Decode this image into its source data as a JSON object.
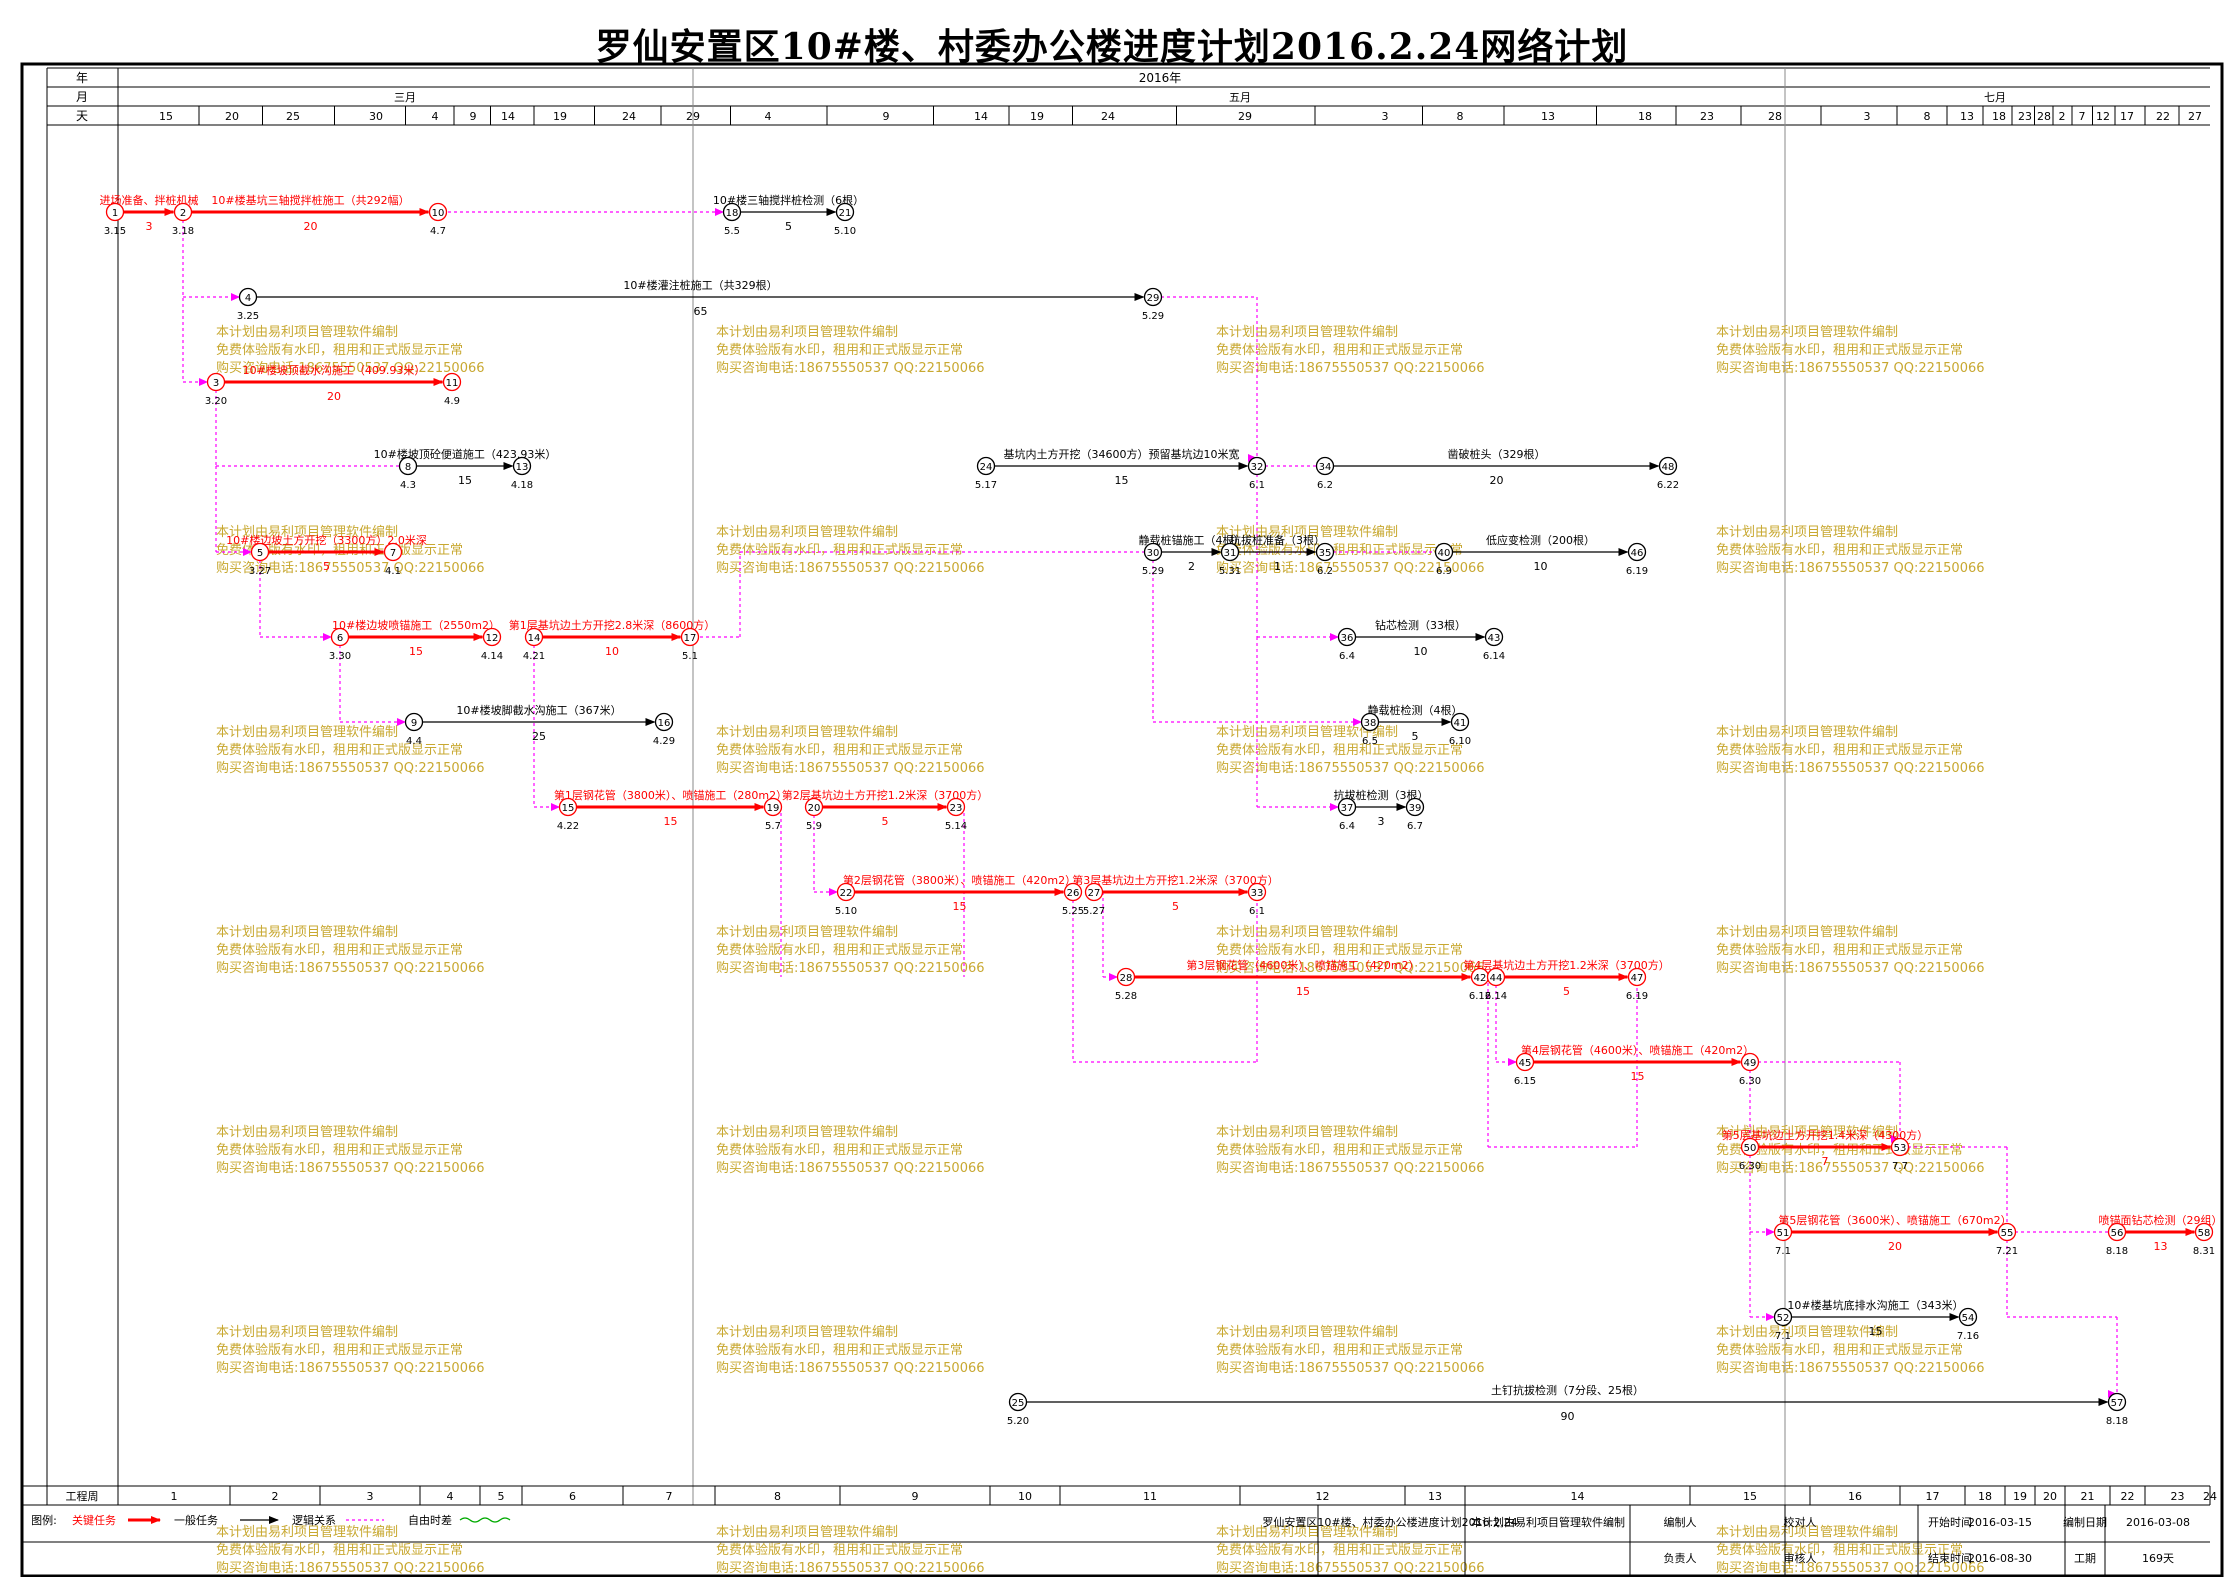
{
  "title": "罗仙安置区10#楼、村委办公楼进度计划2016.2.24网络计划",
  "header": {
    "row_labels": [
      "年",
      "月",
      "天"
    ],
    "year": "2016年",
    "months": [
      "三月",
      "五月",
      "七月"
    ],
    "days": [
      "15",
      "20",
      "25",
      "30",
      "4",
      "9",
      "14",
      "19",
      "24",
      "29",
      "4",
      "9",
      "14",
      "19",
      "24",
      "29",
      "3",
      "8",
      "13",
      "18",
      "23",
      "28",
      "3",
      "8",
      "13",
      "18",
      "23",
      "28",
      "2",
      "7",
      "12",
      "17",
      "22",
      "27"
    ]
  },
  "week_row": {
    "label": "工程周",
    "weeks": [
      "1",
      "2",
      "3",
      "4",
      "5",
      "6",
      "7",
      "8",
      "9",
      "10",
      "11",
      "12",
      "13",
      "14",
      "15",
      "16",
      "17",
      "18",
      "19",
      "20",
      "21",
      "22",
      "23",
      "24"
    ]
  },
  "watermark": {
    "lines": [
      "本计划由易利项目管理软件编制",
      "免费体验版有水印，租用和正式版显示正常",
      "购买咨询电话:18675550537 QQ:22150066"
    ]
  },
  "legend": {
    "label": "图例:",
    "items": [
      {
        "text": "关键任务",
        "color": "#ff0000"
      },
      {
        "text": "一般任务",
        "color": "#000000"
      },
      {
        "text": "逻辑关系",
        "color": "#ff00ff"
      },
      {
        "text": "自由时差",
        "color": "#ff00ff"
      }
    ]
  },
  "footer": {
    "project": "罗仙安置区10#楼、村委办公楼进度计划2016.2.24",
    "software": "本计划由易利项目管理软件编制",
    "labels": {
      "editor": "编制人",
      "checker": "校对人",
      "owner": "负责人",
      "reviewer": "审核人",
      "start": "开始时间",
      "end": "结束时间",
      "date": "编制日期",
      "duration": "工期"
    },
    "start": "2016-03-15",
    "end": "2016-08-30",
    "date": "2016-03-08",
    "duration": "169天"
  },
  "colors": {
    "critical": "#ff0000",
    "normal": "#000000",
    "logic": "#ff00ff",
    "watermark": "#c8a830"
  },
  "chart_data": {
    "type": "network",
    "nodes": [
      {
        "id": "1",
        "date": "3.15"
      },
      {
        "id": "2",
        "date": "3.18"
      },
      {
        "id": "10",
        "date": "4.7"
      },
      {
        "id": "18",
        "date": "5.5"
      },
      {
        "id": "21",
        "date": "5.10"
      },
      {
        "id": "4",
        "date": "3.25"
      },
      {
        "id": "29",
        "date": "5.29"
      },
      {
        "id": "3",
        "date": "3.20"
      },
      {
        "id": "11",
        "date": "4.9"
      },
      {
        "id": "8",
        "date": "4.3"
      },
      {
        "id": "13",
        "date": "4.18"
      },
      {
        "id": "24",
        "date": "5.17"
      },
      {
        "id": "32",
        "date": "6.1"
      },
      {
        "id": "34",
        "date": "6.2"
      },
      {
        "id": "48",
        "date": "6.22"
      },
      {
        "id": "5",
        "date": "3.27"
      },
      {
        "id": "7",
        "date": "4.1"
      },
      {
        "id": "30",
        "date": "5.29"
      },
      {
        "id": "31",
        "date": "5.31"
      },
      {
        "id": "35",
        "date": "6.2"
      },
      {
        "id": "40",
        "date": "6.9"
      },
      {
        "id": "46",
        "date": "6.19"
      },
      {
        "id": "6",
        "date": "3.30"
      },
      {
        "id": "12",
        "date": "4.14"
      },
      {
        "id": "14",
        "date": "4.21"
      },
      {
        "id": "17",
        "date": "5.1"
      },
      {
        "id": "36",
        "date": "6.4"
      },
      {
        "id": "43",
        "date": "6.14"
      },
      {
        "id": "9",
        "date": "4.4"
      },
      {
        "id": "16",
        "date": "4.29"
      },
      {
        "id": "38",
        "date": "6.5"
      },
      {
        "id": "41",
        "date": "6.10"
      },
      {
        "id": "15",
        "date": "4.22"
      },
      {
        "id": "19",
        "date": "5.7"
      },
      {
        "id": "20",
        "date": "5.9"
      },
      {
        "id": "23",
        "date": "5.14"
      },
      {
        "id": "37",
        "date": "6.4"
      },
      {
        "id": "39",
        "date": "6.7"
      },
      {
        "id": "22",
        "date": "5.10"
      },
      {
        "id": "26",
        "date": "5.25"
      },
      {
        "id": "27",
        "date": "5.27"
      },
      {
        "id": "33",
        "date": "6.1"
      },
      {
        "id": "28",
        "date": "5.28"
      },
      {
        "id": "42",
        "date": "6.12"
      },
      {
        "id": "44",
        "date": "6.14"
      },
      {
        "id": "47",
        "date": "6.19"
      },
      {
        "id": "45",
        "date": "6.15"
      },
      {
        "id": "49",
        "date": "6.30"
      },
      {
        "id": "50",
        "date": "6.30"
      },
      {
        "id": "53",
        "date": "7.7"
      },
      {
        "id": "51",
        "date": "7.1"
      },
      {
        "id": "55",
        "date": "7.21"
      },
      {
        "id": "56",
        "date": "8.18"
      },
      {
        "id": "58",
        "date": "8.31"
      },
      {
        "id": "52",
        "date": "7.1"
      },
      {
        "id": "54",
        "date": "7.16"
      },
      {
        "id": "25",
        "date": "5.20"
      },
      {
        "id": "57",
        "date": "8.18"
      }
    ],
    "tasks": [
      {
        "from": "1",
        "to": "2",
        "name": "进场准备、拌桩机械",
        "duration": "3",
        "critical": true
      },
      {
        "from": "2",
        "to": "10",
        "name": "10#楼基坑三轴搅拌桩施工（共292幅）",
        "duration": "20",
        "critical": true
      },
      {
        "from": "18",
        "to": "21",
        "name": "10#楼三轴搅拌桩检测（6根）",
        "duration": "5",
        "critical": false
      },
      {
        "from": "4",
        "to": "29",
        "name": "10#楼灌注桩施工（共329根）",
        "duration": "65",
        "critical": false
      },
      {
        "from": "3",
        "to": "11",
        "name": "10#楼坡顶截水沟施工（409.93米）",
        "duration": "20",
        "critical": true
      },
      {
        "from": "8",
        "to": "13",
        "name": "10#楼坡顶砼便道施工（423.93米）",
        "duration": "15",
        "critical": false
      },
      {
        "from": "24",
        "to": "32",
        "name": "基坑内土方开挖（34600方）预留基坑边10米宽",
        "duration": "15",
        "critical": false
      },
      {
        "from": "34",
        "to": "48",
        "name": "凿破桩头（329根）",
        "duration": "20",
        "critical": false
      },
      {
        "from": "5",
        "to": "7",
        "name": "10#楼边坡土方开挖（3300方）2.0米深",
        "duration": "5",
        "critical": true
      },
      {
        "from": "30",
        "to": "31",
        "name": "静载桩锚施工（4根）",
        "duration": "2",
        "critical": false
      },
      {
        "from": "31",
        "to": "35",
        "name": "抗拔桩准备（3根）",
        "duration": "1",
        "critical": false
      },
      {
        "from": "40",
        "to": "46",
        "name": "低应变检测（200根）",
        "duration": "10",
        "critical": false
      },
      {
        "from": "6",
        "to": "12",
        "name": "10#楼边坡喷锚施工（2550m2）",
        "duration": "15",
        "critical": true
      },
      {
        "from": "14",
        "to": "17",
        "name": "第1层基坑边土方开挖2.8米深（8600方）",
        "duration": "10",
        "critical": true
      },
      {
        "from": "36",
        "to": "43",
        "name": "钻芯检测（33根）",
        "duration": "10",
        "critical": false
      },
      {
        "from": "9",
        "to": "16",
        "name": "10#楼坡脚截水沟施工（367米）",
        "duration": "25",
        "critical": false
      },
      {
        "from": "38",
        "to": "41",
        "name": "静载桩检测（4根）",
        "duration": "5",
        "critical": false
      },
      {
        "from": "15",
        "to": "19",
        "name": "第1层钢花管（3800米）、喷锚施工（280m2）",
        "duration": "15",
        "critical": true
      },
      {
        "from": "20",
        "to": "23",
        "name": "第2层基坑边土方开挖1.2米深（3700方）",
        "duration": "5",
        "critical": true
      },
      {
        "from": "37",
        "to": "39",
        "name": "抗拔桩检测（3根）",
        "duration": "3",
        "critical": false
      },
      {
        "from": "22",
        "to": "26",
        "name": "第2层钢花管（3800米）、喷锚施工（420m2）",
        "duration": "15",
        "critical": true
      },
      {
        "from": "27",
        "to": "33",
        "name": "第3层基坑边土方开挖1.2米深（3700方）",
        "duration": "5",
        "critical": true
      },
      {
        "from": "28",
        "to": "42",
        "name": "第3层钢花管（4600米）、喷锚施工（420m2）",
        "duration": "15",
        "critical": true
      },
      {
        "from": "44",
        "to": "47",
        "name": "第4层基坑边土方开挖1.2米深（3700方）",
        "duration": "5",
        "critical": true
      },
      {
        "from": "45",
        "to": "49",
        "name": "第4层钢花管（4600米）、喷锚施工（420m2）",
        "duration": "15",
        "critical": true
      },
      {
        "from": "50",
        "to": "53",
        "name": "第5层基坑边土方开挖1.4米深（4300方）",
        "duration": "7",
        "critical": true
      },
      {
        "from": "51",
        "to": "55",
        "name": "第5层钢花管（3600米）、喷锚施工（670m2）",
        "duration": "20",
        "critical": true
      },
      {
        "from": "56",
        "to": "58",
        "name": "喷锚面钻芯检测（29组）",
        "duration": "13",
        "critical": true
      },
      {
        "from": "52",
        "to": "54",
        "name": "10#楼基坑底排水沟施工（343米）",
        "duration": "15",
        "critical": false
      },
      {
        "from": "25",
        "to": "57",
        "name": "土钉抗拔检测（7分段、25根）",
        "duration": "90",
        "critical": false
      }
    ]
  }
}
